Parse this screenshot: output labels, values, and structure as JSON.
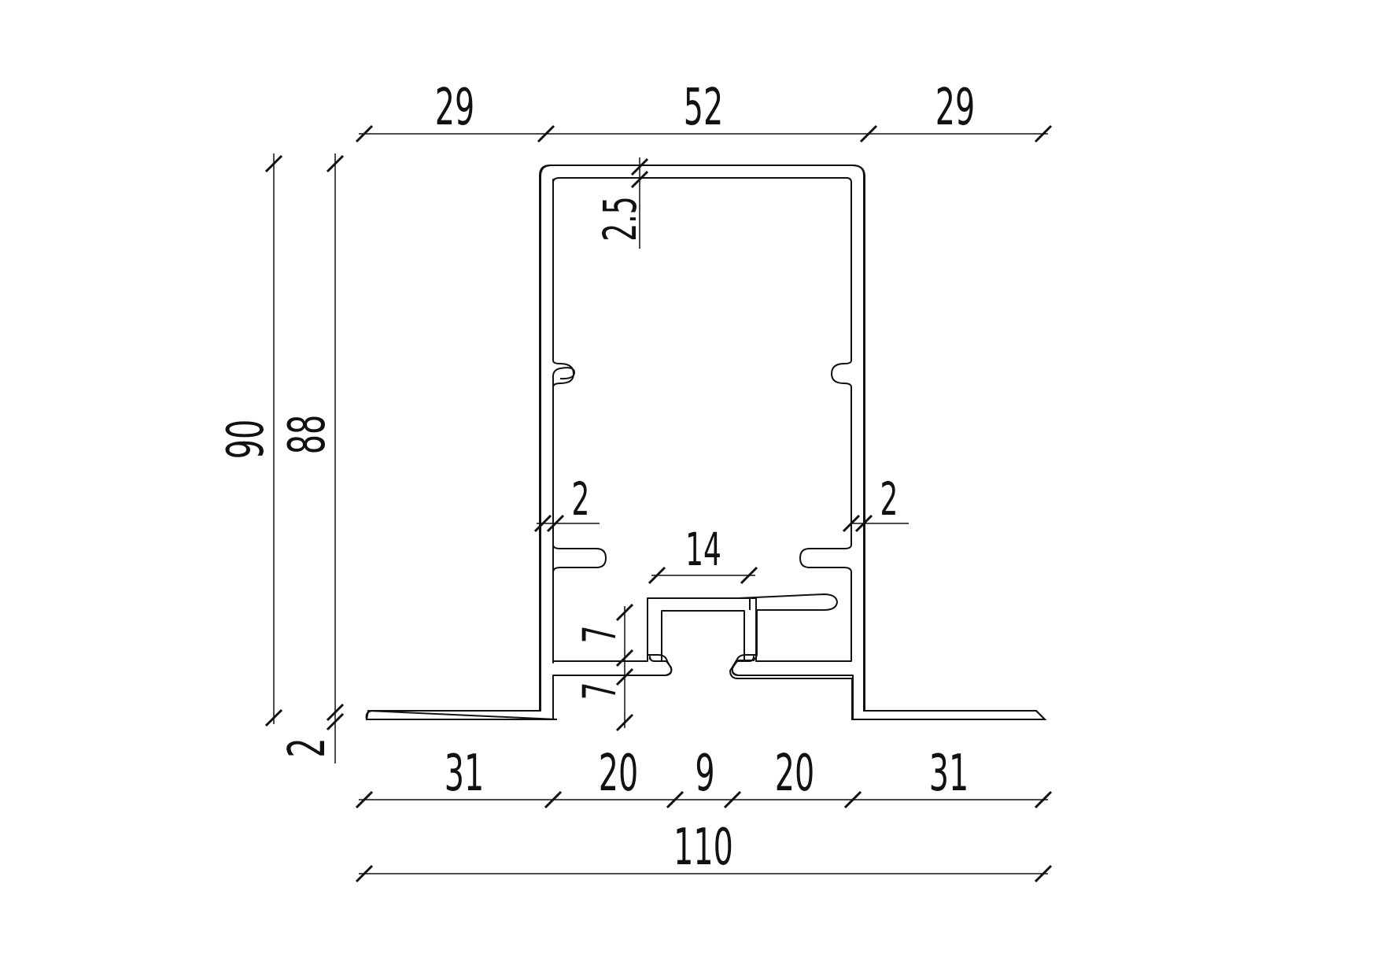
{
  "drawing": {
    "type": "aluminum profile cross-section"
  },
  "dimensions": {
    "top_left": "29",
    "top_middle": "52",
    "top_right": "29",
    "top_wall": "2.5",
    "overall_height": "90",
    "body_height": "88",
    "flange_thickness": "2",
    "left_wall": "2",
    "right_wall": "2",
    "channel_width": "14",
    "channel_height": "7",
    "lip_height": "7",
    "bottom_left": "31",
    "bottom_left_inner": "20",
    "bottom_center": "9",
    "bottom_right_inner": "20",
    "bottom_right": "31",
    "overall_width": "110"
  }
}
